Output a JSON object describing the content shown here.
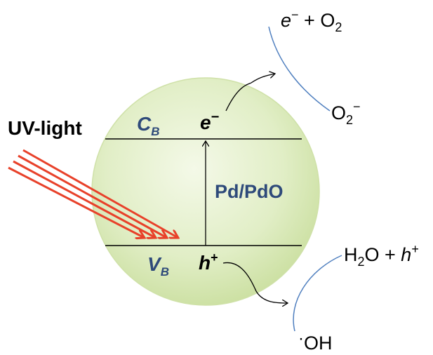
{
  "light": {
    "label": "UV-light"
  },
  "bands": {
    "conduction": {
      "letter": "C",
      "sub": "B"
    },
    "valence": {
      "letter": "V",
      "sub": "B"
    }
  },
  "charges": {
    "electron": {
      "letter": "e",
      "sup": "−"
    },
    "hole": {
      "letter": "h",
      "sup": "+"
    }
  },
  "catalyst": {
    "label": "Pd/PdO"
  },
  "reactions": {
    "reduction_in": {
      "a": "e",
      "a_sup": "−",
      "b": " + O",
      "b_sub": "2"
    },
    "reduction_out": {
      "a": "O",
      "a_sub": "2",
      "a_sup": "−"
    },
    "oxidation_in": {
      "a": "H",
      "a_sub": "2",
      "b": "O + ",
      "c": "h",
      "c_sup": "+"
    },
    "oxidation_out": {
      "dot": "·",
      "a": "OH"
    }
  },
  "colors": {
    "sphere_fill": "#d6e7b4",
    "sphere_edge": "#cfe1a8",
    "band_text": "#2e4a7a",
    "arrow_red": "#e8412a",
    "arc_blue": "#4f7fbf",
    "line": "#000000"
  }
}
